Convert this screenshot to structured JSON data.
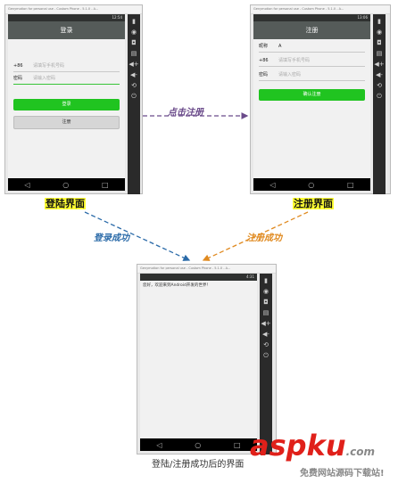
{
  "emulator_title": "Genymotion for personal use - Custom Phone - 5.1.0 - A...",
  "status_time_left": "12:54",
  "status_time_right": "13:06",
  "status_time_bottom": "4:31",
  "login_screen": {
    "title": "登录",
    "phone_label": "+86",
    "phone_placeholder": "请填写手机号码",
    "password_label": "密码",
    "password_placeholder": "请输入密码",
    "login_button": "登录",
    "register_button": "注册"
  },
  "register_screen": {
    "title": "注册",
    "nickname_label": "昵称",
    "nickname_value": "A",
    "phone_label": "+86",
    "phone_placeholder": "请填写手机号码",
    "password_label": "密码",
    "password_placeholder": "请输入密码",
    "submit_button": "确认注册"
  },
  "home_screen": {
    "welcome_text": "您好，欢迎来到Android开发的世界！"
  },
  "captions": {
    "login_caption": "登陆界面",
    "register_caption": "注册界面",
    "result_caption": "登陆/注册成功后的界面"
  },
  "arrows": {
    "click_register": "点击注册",
    "login_success": "登录成功",
    "register_success": "注册成功"
  },
  "watermark": {
    "brand": "aspku",
    "brand_suffix": ".com",
    "slogan": "免费网站源码下载站!"
  },
  "colors": {
    "green_button": "#20c420",
    "arrow_purple": "#6a4a8a",
    "arrow_blue": "#2a6aa8",
    "arrow_orange": "#e08a20",
    "highlight_yellow": "#ffff33",
    "watermark_red": "#e0201a"
  }
}
